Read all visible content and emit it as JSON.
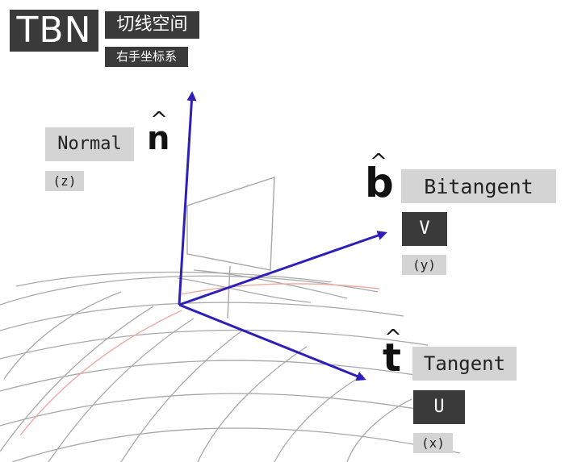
{
  "title": {
    "tbn": "TBN",
    "subtitle": "切线空间",
    "handedness": "右手坐标系"
  },
  "normal": {
    "symbol": "n",
    "hat": "^",
    "name": "Normal",
    "axis": "(z)"
  },
  "bitangent": {
    "symbol": "b",
    "hat": "^",
    "name": "Bitangent",
    "channel": "V",
    "axis": "(y)"
  },
  "tangent": {
    "symbol": "t",
    "hat": "^",
    "name": "Tangent",
    "channel": "U",
    "axis": "(x)"
  },
  "colors": {
    "arrow": "#2d1fb8",
    "grid": "#9a9a9a",
    "grid_accent": "#f0a8a0",
    "label_dark_bg": "#3a3a3a",
    "label_light_bg": "#d4d4d4"
  }
}
